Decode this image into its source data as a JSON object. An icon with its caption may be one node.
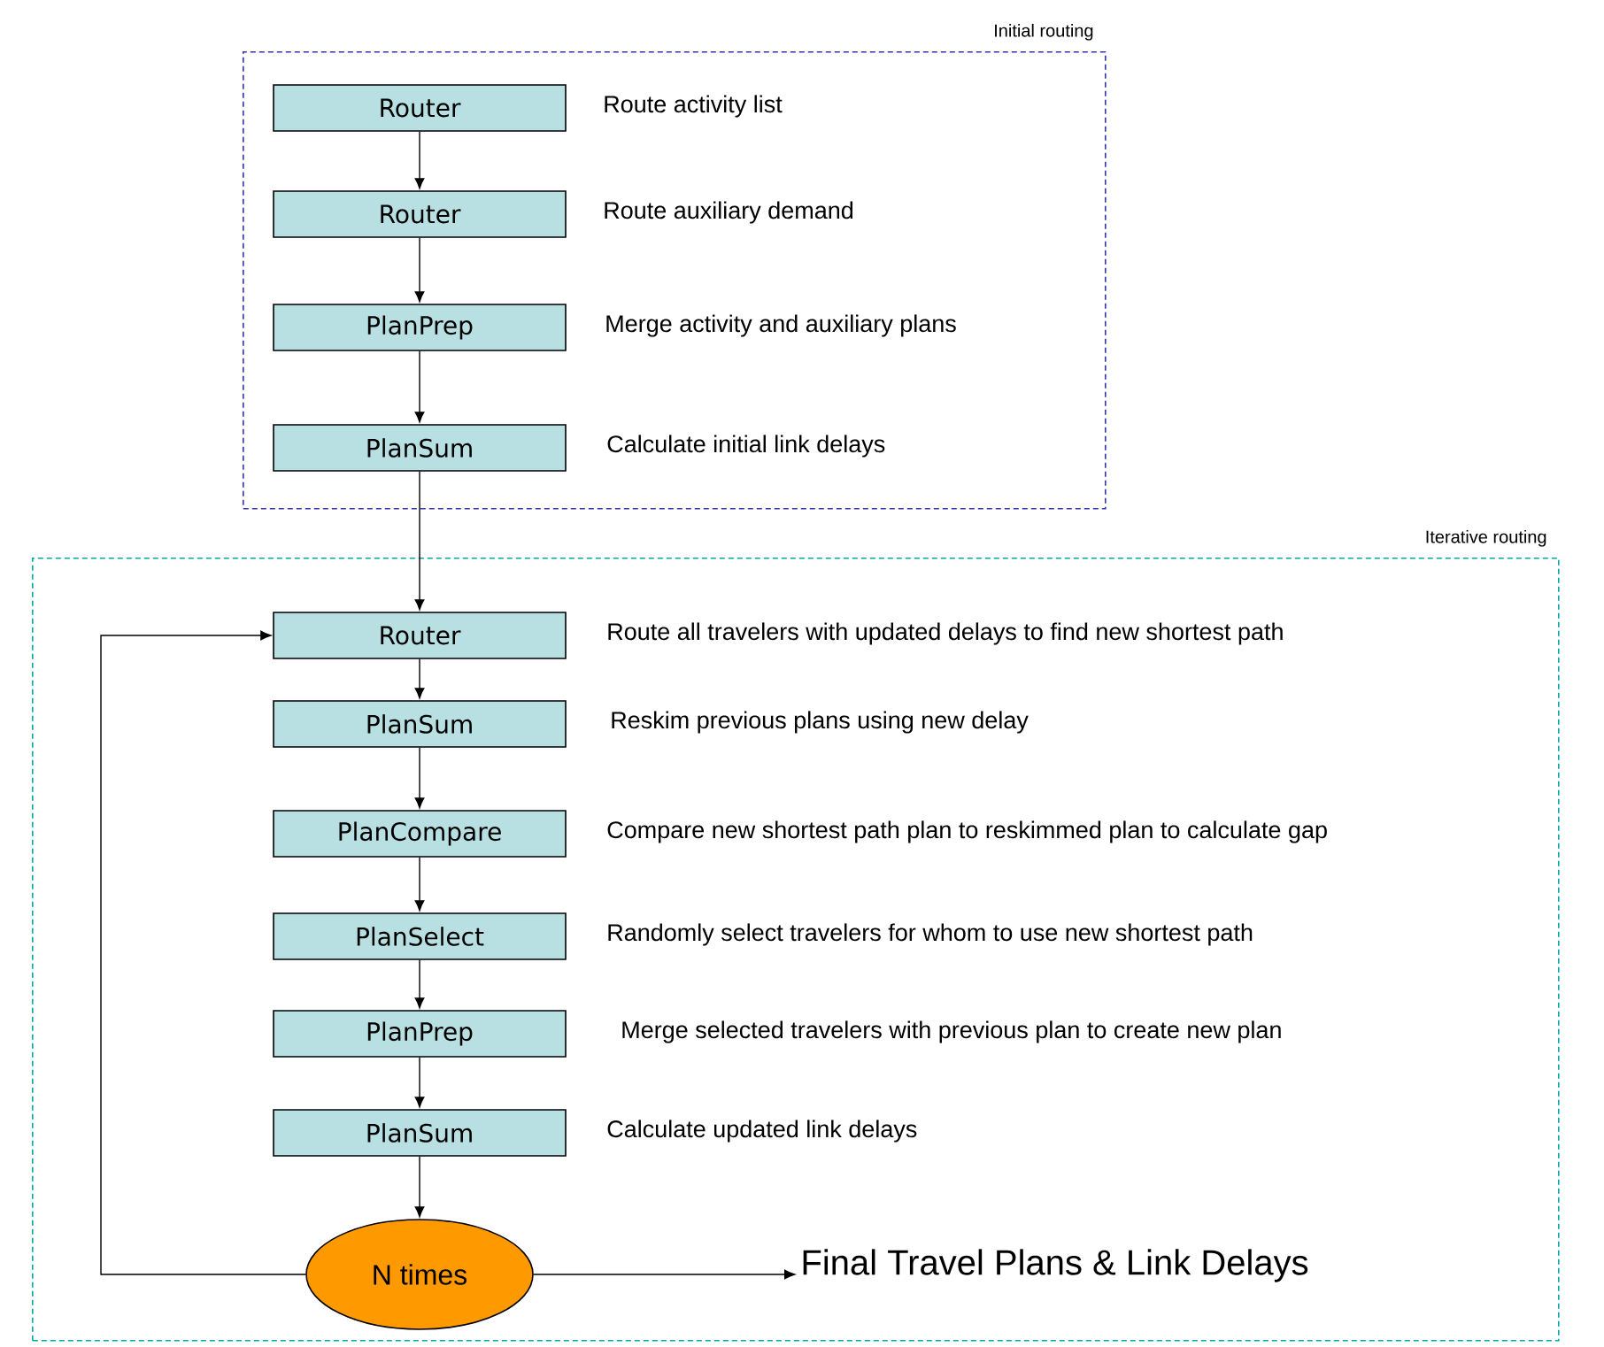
{
  "diagram": {
    "nodes": [
      {
        "text": [
          "Initial routing"
        ]
      },
      {
        "text": [
          "Router"
        ],
        "in": 0,
        "beside": [
          "Route activity list"
        ]
      },
      {
        "text": [
          "Router"
        ],
        "in": 0,
        "beside": [
          "Route auxiliary demand"
        ]
      },
      {
        "text": [
          "PlanPrep"
        ],
        "in": 0,
        "beside": [
          "Merge activity and auxiliary plans"
        ]
      },
      {
        "text": [
          "PlanSum"
        ],
        "in": 0,
        "beside": [
          "Calculate initial link delays"
        ]
      },
      {
        "text": [
          "Iterative routing"
        ]
      },
      {
        "text": [
          "Router"
        ],
        "in": 5,
        "beside": [
          "Route all travelers with updated delays to find new shortest path"
        ]
      },
      {
        "text": [
          "PlanSum"
        ],
        "in": 5,
        "beside": [
          "Reskim previous plans using new delay"
        ]
      },
      {
        "text": [
          "PlanCompare"
        ],
        "in": 5,
        "beside": [
          "Compare new shortest path plan to reskimmed plan to calculate gap"
        ]
      },
      {
        "text": [
          "PlanSelect"
        ],
        "in": 5,
        "beside": [
          "Randomly select travelers for whom to use new shortest path"
        ]
      },
      {
        "text": [
          "PlanPrep"
        ],
        "in": 5,
        "beside": [
          "Merge selected travelers with previous plan to create new plan"
        ]
      },
      {
        "text": [
          "PlanSum"
        ],
        "in": 5,
        "beside": [
          "Calculate updated link delays"
        ]
      },
      {
        "text": [
          "N times"
        ],
        "in": 5
      },
      {
        "text": [
          "Final Travel Plans & Link Delays"
        ],
        "in": 5
      }
    ],
    "edges": [
      {
        "from": 1,
        "to": 2,
        "arrow": "to"
      },
      {
        "from": 2,
        "to": 3,
        "arrow": "to"
      },
      {
        "from": 3,
        "to": 4,
        "arrow": "to"
      },
      {
        "from": 4,
        "to": 6,
        "arrow": "to"
      },
      {
        "from": 6,
        "to": 7,
        "arrow": "to"
      },
      {
        "from": 7,
        "to": 8,
        "arrow": "to"
      },
      {
        "from": 8,
        "to": 9,
        "arrow": "to"
      },
      {
        "from": 9,
        "to": 10,
        "arrow": "to"
      },
      {
        "from": 10,
        "to": 11,
        "arrow": "to"
      },
      {
        "from": 11,
        "to": 12,
        "arrow": "to"
      },
      {
        "from": 12,
        "to": 6,
        "arrow": "to"
      },
      {
        "from": 12,
        "to": 13,
        "arrow": "to"
      }
    ]
  }
}
